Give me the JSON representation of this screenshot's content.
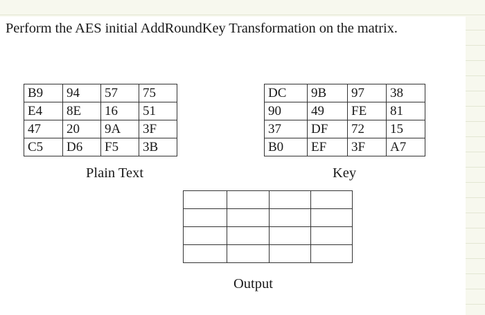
{
  "question": "Perform the AES initial AddRoundKey Transformation on the matrix.",
  "plain_text": {
    "caption": "Plain Text",
    "rows": [
      [
        "B9",
        "94",
        "57",
        "75"
      ],
      [
        "E4",
        "8E",
        "16",
        "51"
      ],
      [
        "47",
        "20",
        "9A",
        "3F"
      ],
      [
        "C5",
        "D6",
        "F5",
        "3B"
      ]
    ]
  },
  "key": {
    "caption": "Key",
    "rows": [
      [
        "DC",
        "9B",
        "97",
        "38"
      ],
      [
        "90",
        "49",
        "FE",
        "81"
      ],
      [
        "37",
        "DF",
        "72",
        "15"
      ],
      [
        "B0",
        "EF",
        "3F",
        "A7"
      ]
    ]
  },
  "output": {
    "caption": "Output",
    "rows": [
      [
        "",
        "",
        "",
        ""
      ],
      [
        "",
        "",
        "",
        ""
      ],
      [
        "",
        "",
        "",
        ""
      ],
      [
        "",
        "",
        "",
        ""
      ]
    ]
  }
}
